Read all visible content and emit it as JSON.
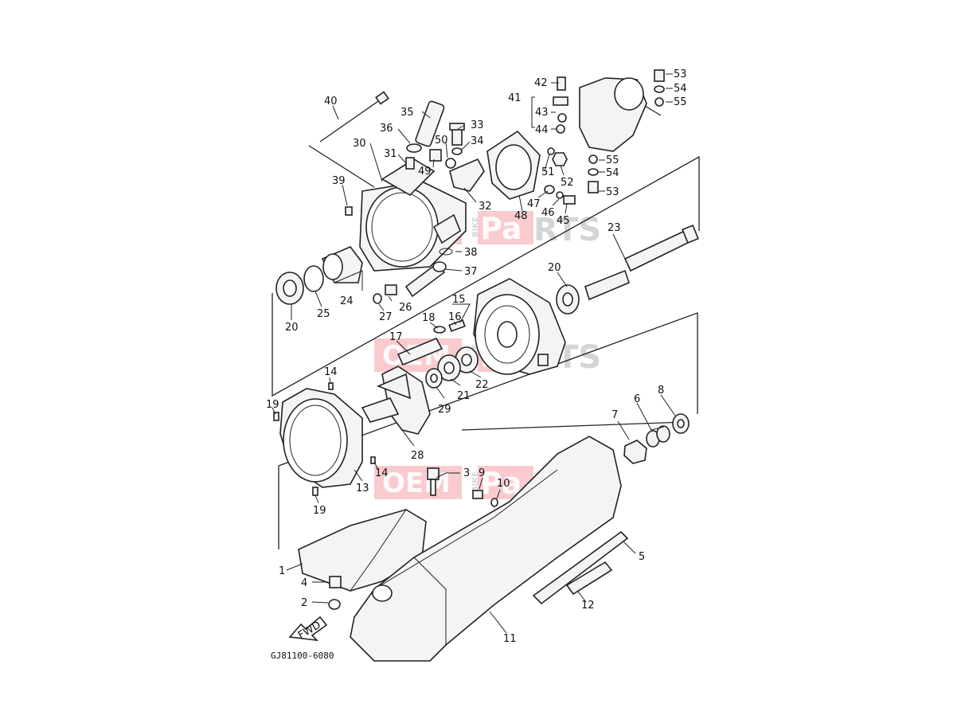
{
  "diagram_code": "GJ81100-6080",
  "fwd_label": "FWD",
  "watermark": {
    "oem": "OEM",
    "bike": "BIKE",
    "pa": "Pa",
    "rts": "RTS"
  },
  "part_labels": {
    "p1": "1",
    "p2": "2",
    "p3": "3",
    "p4": "4",
    "p5": "5",
    "p6": "6",
    "p7": "7",
    "p8": "8",
    "p9": "9",
    "p10": "10",
    "p11": "11",
    "p12": "12",
    "p13": "13",
    "p14a": "14",
    "p14b": "14",
    "p15": "15",
    "p16": "16",
    "p17": "17",
    "p18": "18",
    "p19a": "19",
    "p19b": "19",
    "p20a": "20",
    "p20b": "20",
    "p21": "21",
    "p22": "22",
    "p23": "23",
    "p24": "24",
    "p25": "25",
    "p26": "26",
    "p27": "27",
    "p28": "28",
    "p29": "29",
    "p30": "30",
    "p31": "31",
    "p32": "32",
    "p33": "33",
    "p34": "34",
    "p35": "35",
    "p36": "36",
    "p37": "37",
    "p38": "38",
    "p39": "39",
    "p40": "40",
    "p41": "41",
    "p42": "42",
    "p43": "43",
    "p44": "44",
    "p45": "45",
    "p46": "46",
    "p47": "47",
    "p48": "48",
    "p49": "49",
    "p50": "50",
    "p51": "51",
    "p52": "52",
    "p53a": "53",
    "p53b": "53",
    "p54a": "54",
    "p54b": "54",
    "p55a": "55",
    "p55b": "55"
  }
}
